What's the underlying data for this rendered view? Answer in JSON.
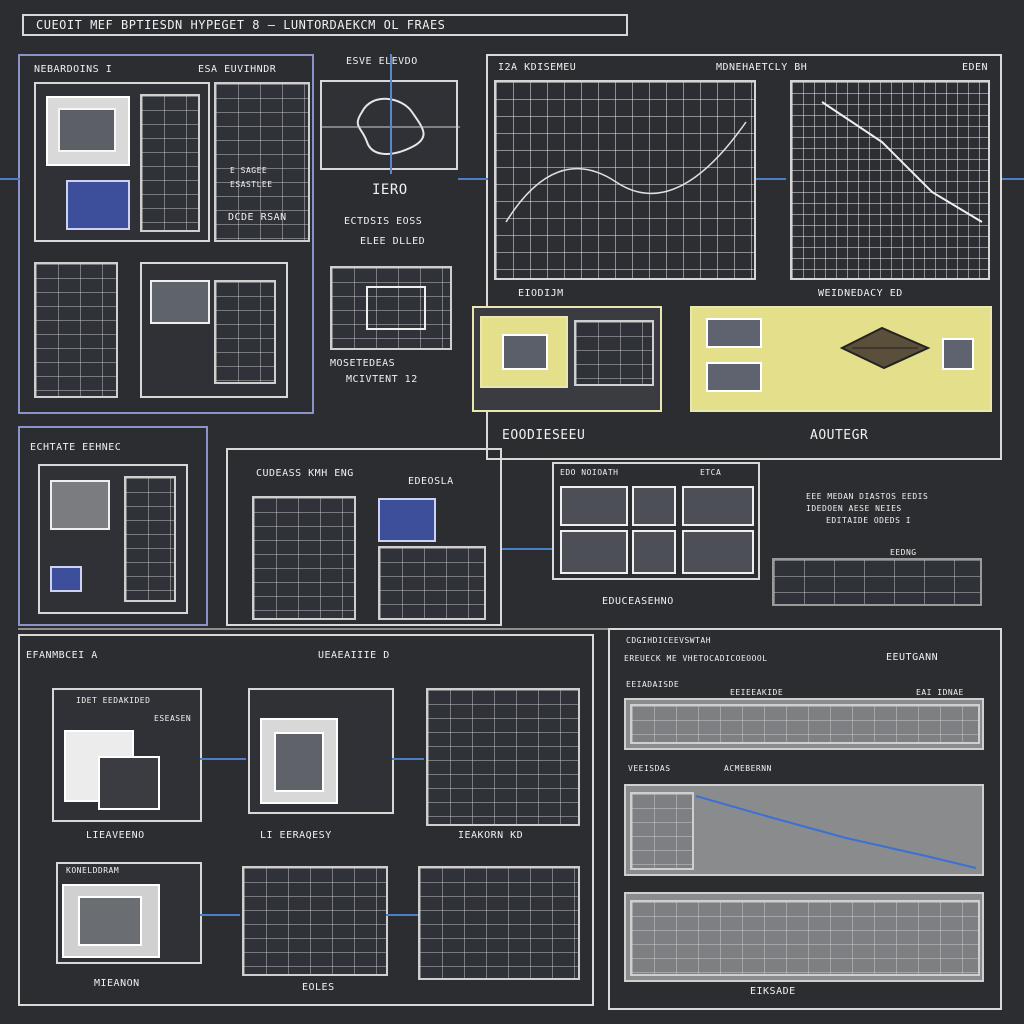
{
  "header": {
    "title": "CUEOIT MEF BPTIESDN HYPEGET 8 — LUNTORDAEKCM OL FRAES"
  },
  "sections": {
    "top_left": {
      "title": "NEBARDOINS I",
      "sub_title": "ESA EUVIHNDR",
      "notes": [
        "E SAGEE",
        "ESASTLEE",
        "DCDE RSAN"
      ]
    },
    "top_center": {
      "title": "ESVE ELEVDO",
      "mid_label": "IERO",
      "mid_sub": "ECTDSIS EOSS",
      "mid_sub2": "ELEE DLLED",
      "caption": "MOSETEDEAS",
      "caption2": "MCIVTENT 12"
    },
    "top_right": {
      "grid_left_title": "I2A KDISEMEU",
      "grid_mid_title": "MDNEHAETCLY BH",
      "grid_right_title": "EDEN",
      "grid_left_caption": "EIODIJM",
      "grid_right_caption": "WEIDNEDACY ED",
      "yellow_left_caption": "EOODIESEEU",
      "yellow_right_caption": "AOUTEGR"
    },
    "middle_left": {
      "title": "ECHTATE EEHNEC",
      "sub1": "CUDEASS KMH ENG",
      "sub2": "EDEOSLA"
    },
    "middle_right": {
      "title": "EDO NOIOATH",
      "title2": "ETCA",
      "caption": "EDUCEASEHNO",
      "notes": [
        "EEE MEDAN DIASTOS EEDIS",
        "IDEDOEN AESE NEIES",
        "EDITAIDE ODEDS I"
      ],
      "small_tag": "EEDNG"
    },
    "bottom_left": {
      "title": "EFANMBCEI A",
      "title2": "UEAEAIIIE D",
      "card1_title": "IDET EEDAKIDED",
      "card1_sub": "ESEASEN",
      "caption_a": "LIEAVEENO",
      "caption_b": "LI EERAQESY",
      "caption_c": "IEAKORN KD",
      "card4_title": "KONELDDRAM",
      "caption_d": "MIEANON",
      "caption_e": "EOLES"
    },
    "bottom_right": {
      "title": "CDGIHDICEEVSWTAH",
      "title2": "EREUECK ME VHETOCADICOEOOOL",
      "title3": "EEUTGANN",
      "sub1": "EEIADAISDE",
      "sub2": "EEIEEAKIDE",
      "sub3": "EAI IDNAE",
      "sub4": "VEEISDAS",
      "sub5": "ACMEBERNN",
      "footer": "EIKSADE"
    }
  },
  "colors": {
    "background": "#2b2d31",
    "line": "#d9d9d9",
    "accent_blue": "#4a7fc8",
    "accent_yellow": "#e4df8a"
  }
}
